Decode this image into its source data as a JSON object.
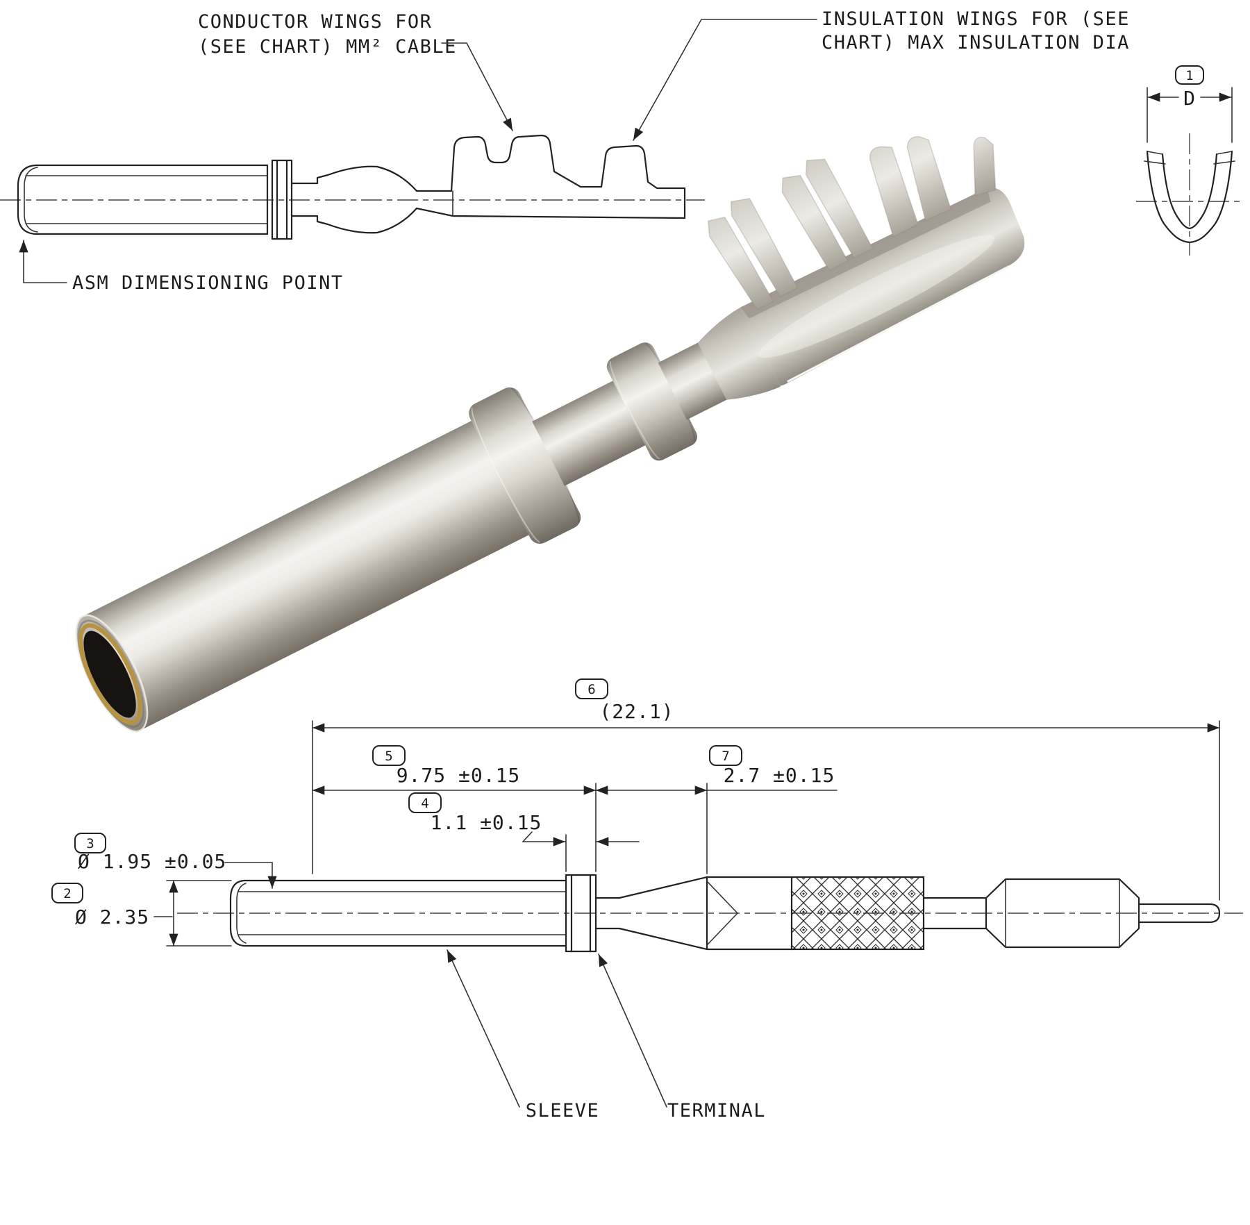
{
  "top_view": {
    "callout_conductor_line1": "CONDUCTOR WINGS FOR",
    "callout_conductor_line2": "(SEE CHART) MM² CABLE",
    "callout_insulation_line1": "INSULATION WINGS FOR (SEE",
    "callout_insulation_line2": "CHART) MAX INSULATION DIA",
    "callout_asm": "ASM DIMENSIONING POINT"
  },
  "end_view": {
    "balloon": "1",
    "dimension": "D"
  },
  "bottom_view": {
    "dim_overall": {
      "balloon": "6",
      "value": "(22.1)"
    },
    "dim_sleeve_len": {
      "balloon": "5",
      "value": "9.75 ±0.15"
    },
    "dim_funnel": {
      "balloon": "7",
      "value": "2.7 ±0.15"
    },
    "dim_flange": {
      "balloon": "4",
      "value": "1.1 ±0.15"
    },
    "dim_bore": {
      "balloon": "3",
      "value": "Ø 1.95 ±0.05"
    },
    "dim_od": {
      "balloon": "2",
      "value": "Ø 2.35"
    },
    "label_sleeve": "SLEEVE",
    "label_terminal": "TERMINAL"
  }
}
